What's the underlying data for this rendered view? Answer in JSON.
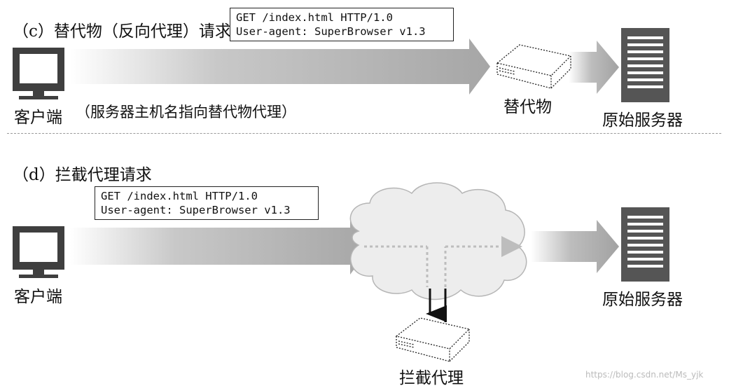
{
  "section_c": {
    "title": "（c）替代物（反向代理）请求",
    "request_line1": "GET /index.html HTTP/1.0",
    "request_line2": "User-agent: SuperBrowser v1.3",
    "client_label": "客户端",
    "dns_note": "（服务器主机名指向替代物代理）",
    "surrogate_label": "替代物",
    "origin_label": "原始服务器"
  },
  "section_d": {
    "title": "（d）拦截代理请求",
    "request_line1": "GET /index.html HTTP/1.0",
    "request_line2": "User-agent: SuperBrowser v1.3",
    "client_label": "客户端",
    "proxy_label": "拦截代理",
    "origin_label": "原始服务器"
  },
  "watermark": "https://blog.csdn.net/Ms_yjk"
}
